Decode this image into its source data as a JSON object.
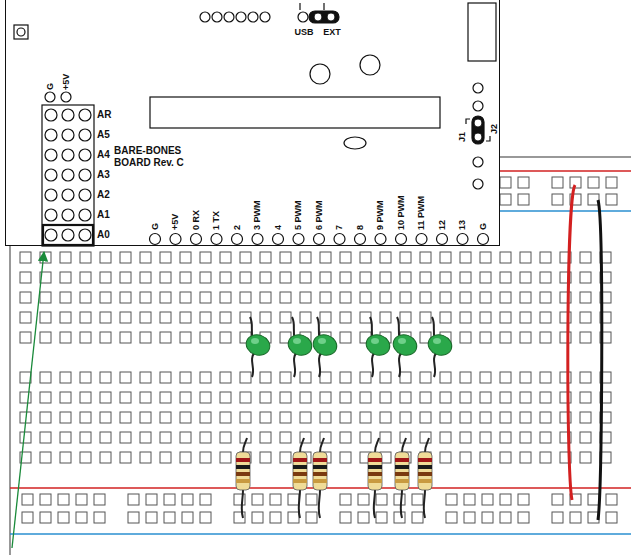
{
  "diagram": {
    "nodes": [
      {
        "text": [
          "BARE-BONES BOARD Rev. C"
        ]
      }
    ],
    "labels": [
      "G",
      "+5V",
      "AR",
      "A5",
      "A4",
      "A3",
      "A2",
      "A1",
      "A0",
      "USB",
      "EXT",
      "J2",
      "J1",
      "G",
      "+5V",
      "0 RX",
      "1 TX",
      "2",
      "3 PWM",
      "4",
      "5 PWM",
      "6 PWM",
      "7",
      "8",
      "9 PWM",
      "10 PWM",
      "11 PWM",
      "12",
      "13",
      "G"
    ]
  }
}
